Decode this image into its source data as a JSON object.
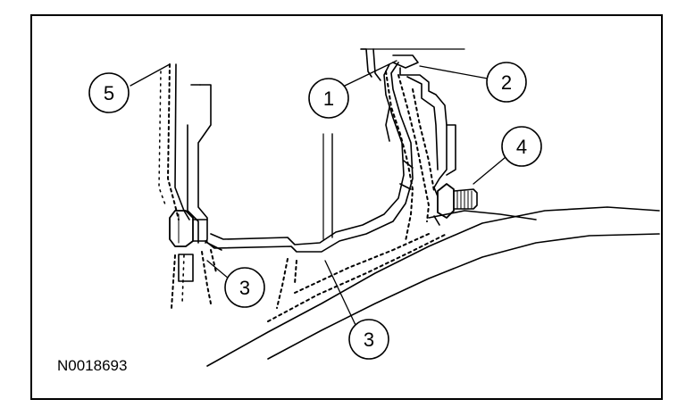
{
  "figure_id": "N0018693",
  "callouts": [
    {
      "id": "c5",
      "label": "5"
    },
    {
      "id": "c1",
      "label": "1"
    },
    {
      "id": "c2",
      "label": "2"
    },
    {
      "id": "c4",
      "label": "4"
    },
    {
      "id": "c3a",
      "label": "3"
    },
    {
      "id": "c3b",
      "label": "3"
    }
  ]
}
